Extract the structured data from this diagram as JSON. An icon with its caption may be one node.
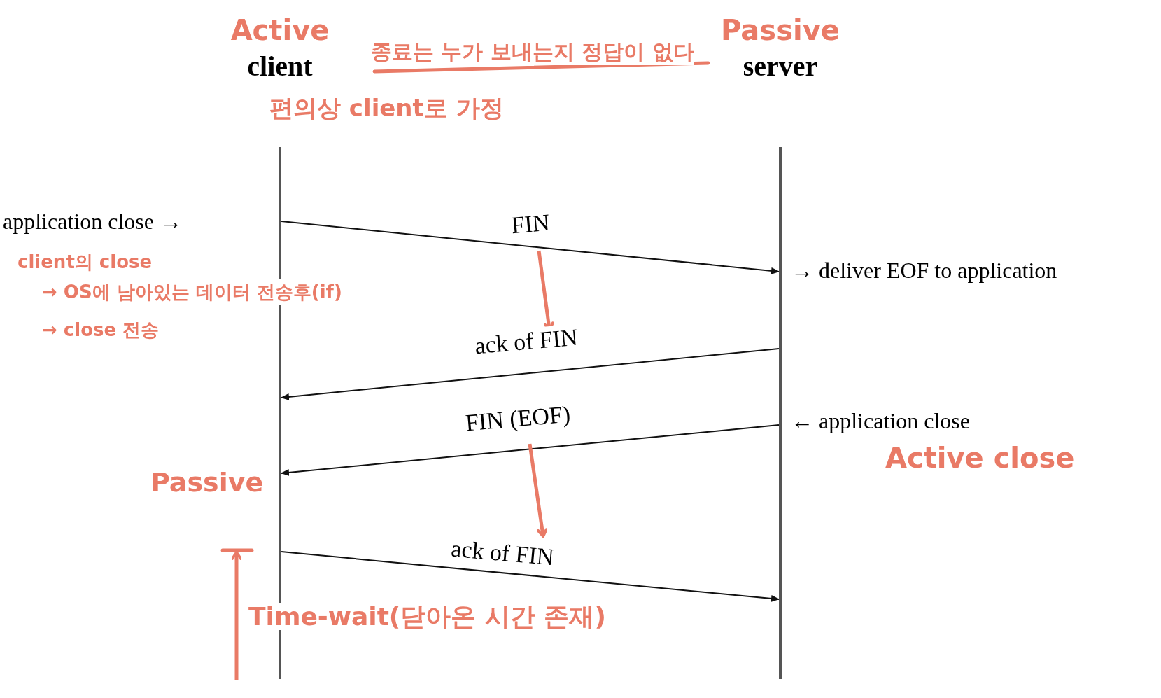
{
  "diagram": {
    "nodes": [
      {
        "text": [
          "client"
        ],
        "beside": [
          "Active"
        ]
      },
      {
        "text": [
          "server"
        ],
        "beside": [
          "Passive"
        ]
      }
    ],
    "edges": [
      {
        "from": 0,
        "to": 1,
        "arrow": "to",
        "label": "FIN"
      },
      {
        "from": 1,
        "to": 0,
        "arrow": "to",
        "label": "ack of FIN"
      },
      {
        "from": 1,
        "to": 0,
        "arrow": "to",
        "label": "FIN (EOF)"
      },
      {
        "from": 0,
        "to": 1,
        "arrow": "to",
        "label": "ack of FIN"
      }
    ],
    "labels": [
      "종료는 누가 보내는지 정답이 없다",
      "편의상 client로 가정",
      "application close →",
      "→ deliver EOF to application",
      "client의 close",
      "→ OS에 남아있는 데이터 전송후(if)",
      "→ close 전송",
      "← application close",
      "Active close",
      "Passive",
      "Time-wait(닫아온 시간 존재)"
    ]
  }
}
